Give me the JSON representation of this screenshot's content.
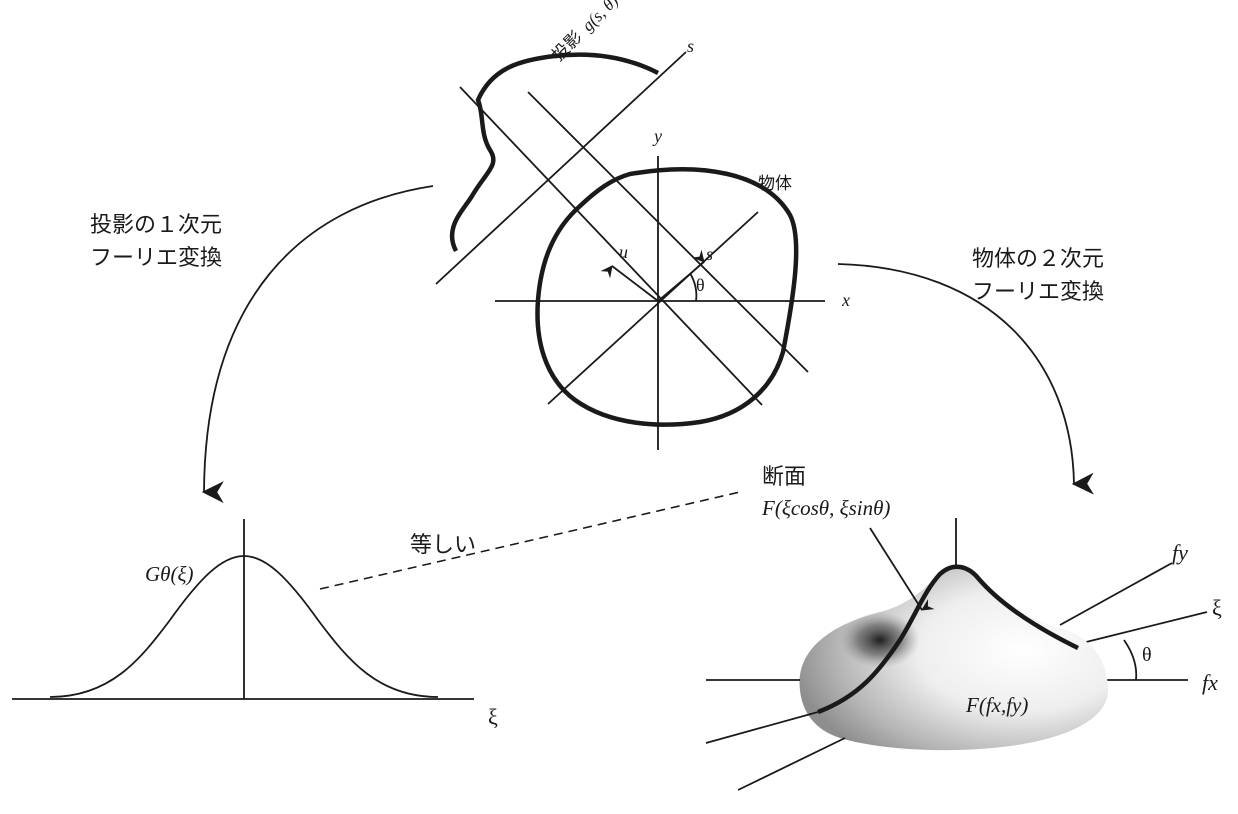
{
  "labels": {
    "projection": "投影",
    "projection_func": "g(s, θ)",
    "axis_s": "s",
    "axis_y": "y",
    "axis_x": "x",
    "axis_u": "u",
    "angle": "θ",
    "object": "物体",
    "left_line1": "投影の１次元",
    "left_line2": "フーリエ変換",
    "right_line1": "物体の２次元",
    "right_line2": "フーリエ変換",
    "equal": "等しい",
    "section": "断面",
    "section_func": "F(ξcosθ, ξsinθ)",
    "g_theta": "Gθ(ξ)",
    "xi": "ξ",
    "fy": "fy",
    "fx": "fx",
    "f_fx_fy": "F(fx,fy)"
  }
}
